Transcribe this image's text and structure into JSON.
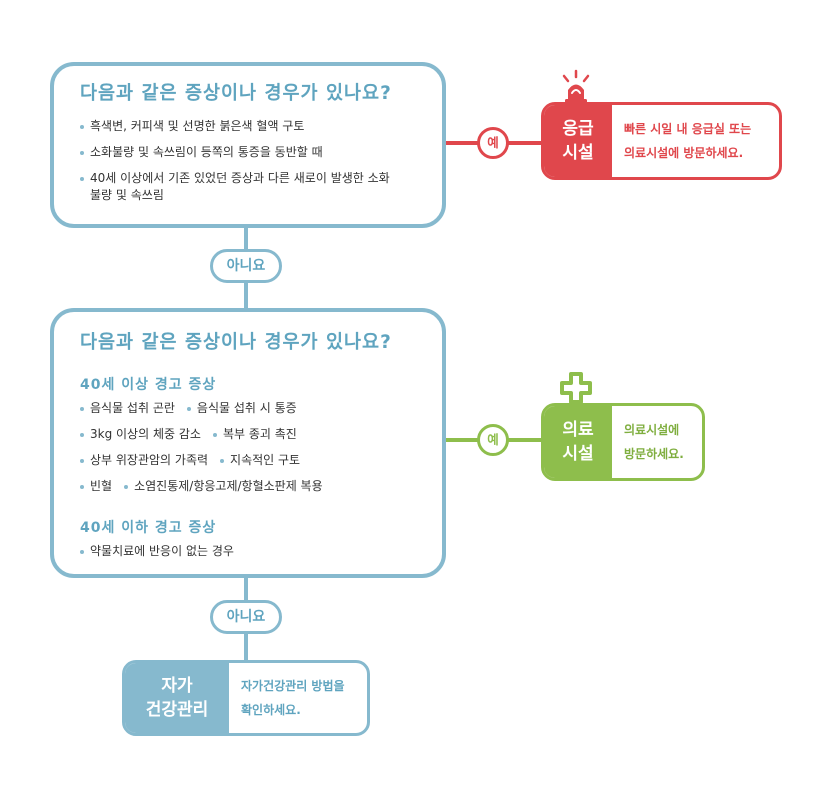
{
  "colors": {
    "blue": "#86b9ce",
    "blue_text": "#5fa4bf",
    "red": "#e0474c",
    "green": "#8ebe4c"
  },
  "question1": {
    "title": "다음과 같은 증상이나 경우가 있나요?",
    "items": [
      "흑색변, 커피색 및 선명한 붉은색 혈액 구토",
      "소화불량 및 속쓰림이 등쪽의 통증을 동반할 때",
      "40세 이상에서 기존 있었던 증상과 다른 새로이 발생한 소화불량 및 속쓰림"
    ]
  },
  "question2": {
    "title": "다음과 같은 증상이나 경우가 있나요?",
    "over40_title": "40세 이상 경고 증상",
    "over40_rows": [
      [
        "음식물 섭취 곤란",
        "음식물 섭취 시 통증"
      ],
      [
        "3kg 이상의 체중 감소",
        "복부 종괴 촉진"
      ],
      [
        "상부 위장관암의 가족력",
        "지속적인 구토"
      ],
      [
        "빈혈",
        "소염진통제/항응고제/항혈소판제 복용"
      ]
    ],
    "under40_title": "40세 이하 경고 증상",
    "under40_items": [
      "약물치료에 반응이 없는 경우"
    ]
  },
  "connectors": {
    "no1": "아니요",
    "no2": "아니요",
    "yes1": "예",
    "yes2": "예"
  },
  "results": {
    "emergency": {
      "icon": "siren-icon",
      "label_line1": "응급",
      "label_line2": "시설",
      "msg_line1": "빠른 시일 내 응급실 또는",
      "msg_line2": "의료시설에 방문하세요."
    },
    "medical": {
      "icon": "medical-cross-icon",
      "label_line1": "의료",
      "label_line2": "시설",
      "msg_line1": "의료시설에",
      "msg_line2": "방문하세요."
    },
    "selfcare": {
      "label_line1": "자가",
      "label_line2": "건강관리",
      "msg_line1": "자가건강관리 방법을",
      "msg_line2": "확인하세요."
    }
  }
}
